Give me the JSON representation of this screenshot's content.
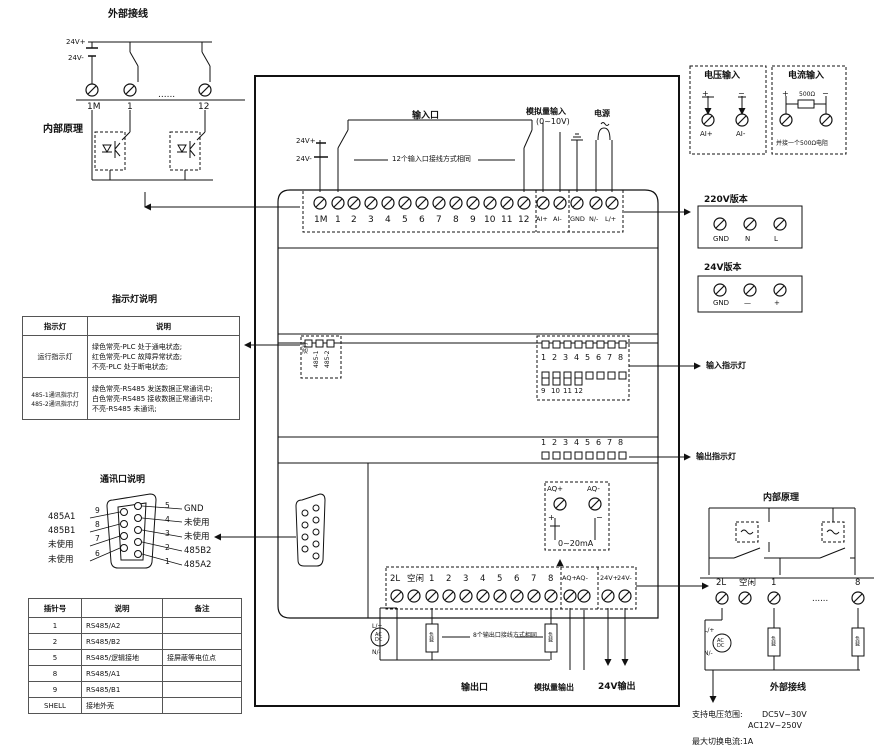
{
  "external_wiring_title": "外部接线",
  "internal_principle_left": "内部原理",
  "v24_plus": "24V+",
  "v24_minus": "24V-",
  "top_terminals": [
    "1M",
    "1",
    "......",
    "12"
  ],
  "input_port_title": "输入口",
  "input_note": "12个输入口接线方式相同",
  "analog_input_title": "模拟量输入",
  "analog_input_range": "(0~10V)",
  "power_title": "电源",
  "input_terminals": [
    "1M",
    "1",
    "2",
    "3",
    "4",
    "5",
    "6",
    "7",
    "8",
    "9",
    "10",
    "11",
    "12",
    "AI+",
    "AI-",
    "GND",
    "N/-",
    "L/+"
  ],
  "voltage_input": {
    "title": "电压输入",
    "labels": [
      "AI+",
      "AI-"
    ]
  },
  "current_input": {
    "title": "电流输入",
    "resistor": "500Ω",
    "note": "并接一个500Ω电阻"
  },
  "v220": {
    "title": "220V版本",
    "labels": [
      "GND",
      "N",
      "L"
    ]
  },
  "v24": {
    "title": "24V版本",
    "labels": [
      "GND",
      "—",
      "+"
    ]
  },
  "indicator_section_title": "指示灯说明",
  "indicator_table": {
    "headers": [
      "指示灯",
      "说明"
    ],
    "rows": [
      {
        "name": [
          "运行指示灯"
        ],
        "desc": [
          "绿色常亮-PLC 处于通电状态;",
          "红色常亮-PLC 故障异常状态;",
          "不亮-PLC 处于断电状态;"
        ]
      },
      {
        "name": [
          "485-1通讯指示灯",
          "485-2通讯指示灯"
        ],
        "desc": [
          "绿色常亮-RS485 发送数据正常通讯中;",
          "白色常亮-RS485 接收数据正常通讯中;",
          "不亮-RS485 未通讯;"
        ]
      }
    ]
  },
  "led_labels": [
    "运行",
    "485-1",
    "485-2"
  ],
  "input_led_row1": [
    "1",
    "2",
    "3",
    "4",
    "5",
    "6",
    "7",
    "8"
  ],
  "input_led_row2": [
    "9",
    "10",
    "11",
    "12"
  ],
  "input_indicator_label": "输入指示灯",
  "output_led_row": [
    "1",
    "2",
    "3",
    "4",
    "5",
    "6",
    "7",
    "8"
  ],
  "output_indicator_label": "输出指示灯",
  "comm_title": "通讯口说明",
  "comm_left_labels": [
    "485A1",
    "485B1",
    "未使用",
    "未使用"
  ],
  "comm_left_pins": [
    "9",
    "8",
    "7",
    "6"
  ],
  "comm_right_pins": [
    "5",
    "4",
    "3",
    "2",
    "1"
  ],
  "comm_right_labels": [
    "GND",
    "未使用",
    "未使用",
    "485B2",
    "485A2"
  ],
  "pin_table": {
    "headers": [
      "插针号",
      "说明",
      "备注"
    ],
    "rows": [
      [
        "1",
        "RS485/A2",
        ""
      ],
      [
        "2",
        "RS485/B2",
        ""
      ],
      [
        "5",
        "RS485/逻辑接地",
        "接屏蔽等电位点"
      ],
      [
        "8",
        "RS485/A1",
        ""
      ],
      [
        "9",
        "RS485/B1",
        ""
      ],
      [
        "SHELL",
        "接地外壳",
        ""
      ]
    ]
  },
  "aq_labels": [
    "AQ+",
    "AQ-"
  ],
  "aq_range": "0~20mA",
  "output_terminals": [
    "2L",
    "空闲",
    "1",
    "2",
    "3",
    "4",
    "5",
    "6",
    "7",
    "8",
    "AQ+",
    "AQ-",
    "24V+",
    "24V-"
  ],
  "output_note": "8个输出口接线方式相同",
  "load_label": "负载",
  "l_plus": "L/+",
  "n_minus": "N/-",
  "output_port_title": "输出口",
  "analog_output_title": "模拟量输出",
  "v24_output_title": "24V输出",
  "internal_principle_right": "内部原理",
  "right_terminals": [
    "2L",
    "空闲",
    "1",
    "......",
    "8"
  ],
  "external_wiring_right": "外部接线",
  "spec_voltage_label": "支持电压范围:",
  "spec_voltage_dc": "DC5V~30V",
  "spec_voltage_ac": "AC12V~250V",
  "spec_current": "最大切换电流:1A"
}
